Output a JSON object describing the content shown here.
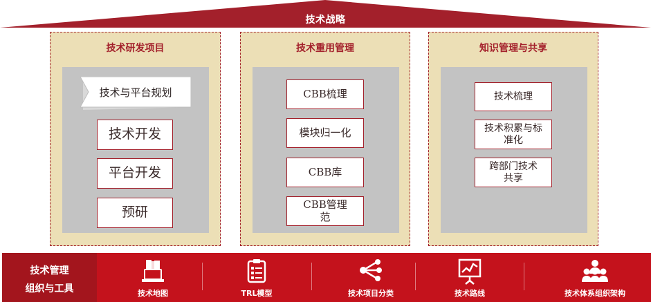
{
  "top": {
    "title": "技术战略"
  },
  "pillars": [
    {
      "title": "技术研发项目",
      "banner": "技术与平台规划",
      "items": [
        "技术开发",
        "平台开发",
        "预研"
      ]
    },
    {
      "title": "技术重用管理",
      "items": [
        "CBB梳理",
        "模块归一化",
        "CBB库",
        "CBB管理\n范"
      ]
    },
    {
      "title": "知识管理与共享",
      "items": [
        "技术梳理",
        "技术积累与标\n准化",
        "跨部门技术\n共享"
      ]
    }
  ],
  "bottom": {
    "left_line1": "技术管理",
    "left_line2": "组织与工具",
    "tools": [
      {
        "label": "技术地图",
        "icon": "map-device-icon"
      },
      {
        "label": "TRL模型",
        "icon": "checklist-icon"
      },
      {
        "label": "技术项目分类",
        "icon": "share-network-icon"
      },
      {
        "label": "技术路线",
        "icon": "presentation-chart-icon"
      },
      {
        "label": "技术体系组织架构",
        "icon": "team-org-icon"
      }
    ]
  },
  "colors": {
    "primary": "#a3202b",
    "bright": "#c4121c",
    "pillar_bg": "#ecdfb6",
    "inner_bg": "#c3c3c3"
  }
}
